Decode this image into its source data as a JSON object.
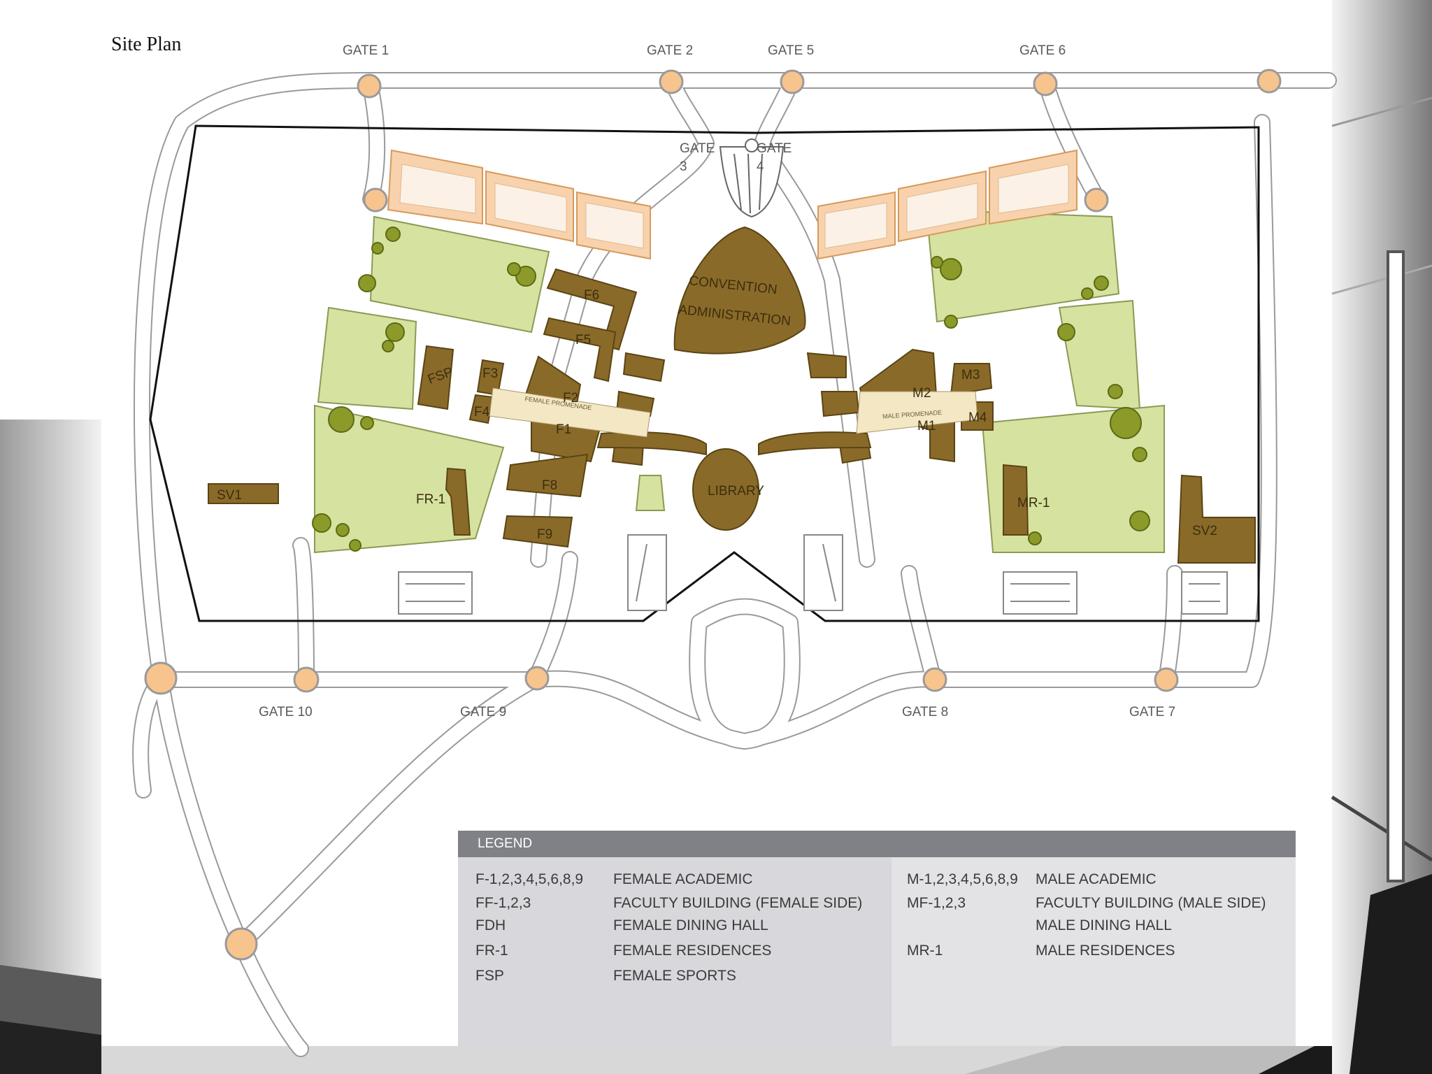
{
  "page_title": "Site Plan",
  "gates": {
    "g1": "GATE 1",
    "g2": "GATE 2",
    "g5": "GATE 5",
    "g6": "GATE 6",
    "g3": "GATE",
    "g3n": "3",
    "g4": "GATE",
    "g4n": "4",
    "g10": "GATE 10",
    "g9": "GATE 9",
    "g8": "GATE 8",
    "g7": "GATE 7"
  },
  "buildings": {
    "convention": "CONVENTION",
    "administration": "ADMINISTRATION",
    "library": "LIBRARY",
    "fsp": "FSP",
    "f3": "F3",
    "f4": "F4",
    "f2": "F2",
    "f1": "F1",
    "f5": "F5",
    "f6": "F6",
    "f8": "F8",
    "f9": "F9",
    "fr1": "FR-1",
    "sv1": "SV1",
    "sv2": "SV2",
    "mr1": "MR-1",
    "m1": "M1",
    "m2": "M2",
    "m3": "M3",
    "m4": "M4",
    "female_promenade": "FEMALE PROMENADE",
    "male_promenade": "MALE PROMENADE"
  },
  "legend": {
    "header": "LEGEND",
    "left": [
      {
        "code": "F-1,2,3,4,5,6,8,9",
        "desc": "FEMALE ACADEMIC"
      },
      {
        "code": "FF-1,2,3",
        "desc": "FACULTY BUILDING (FEMALE SIDE)"
      },
      {
        "code": "FDH",
        "desc": "FEMALE DINING HALL"
      },
      {
        "code": "FR-1",
        "desc": "FEMALE RESIDENCES"
      },
      {
        "code": "FSP",
        "desc": "FEMALE SPORTS"
      }
    ],
    "right": [
      {
        "code": "M-1,2,3,4,5,6,8,9",
        "desc": "MALE ACADEMIC"
      },
      {
        "code": "MF-1,2,3",
        "desc": "FACULTY BUILDING (MALE SIDE)"
      },
      {
        "code": "",
        "desc": "MALE DINING HALL"
      },
      {
        "code": "MR-1",
        "desc": "MALE RESIDENCES"
      }
    ]
  },
  "colors": {
    "building": "#8a6a28",
    "green": "#d6e2a0",
    "roundabout": "#f7c48e",
    "parking": "#f7d2ad",
    "boundary": "#111111",
    "legend_header": "#808087"
  }
}
